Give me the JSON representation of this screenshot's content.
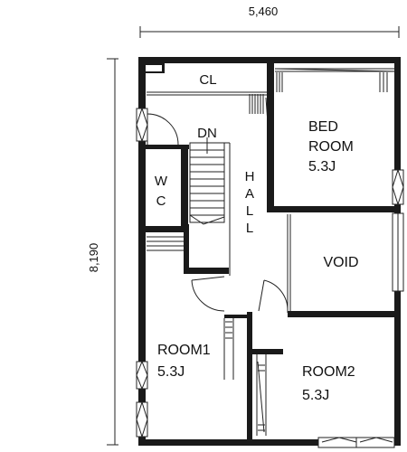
{
  "dimensions": {
    "width_label": "5,460",
    "height_label": "8,190"
  },
  "labels": {
    "cl": "CL",
    "dn": "DN",
    "wc_line1": "W",
    "wc_line2": "C",
    "hall": [
      "H",
      "A",
      "L",
      "L"
    ],
    "bedroom_line1": "BED",
    "bedroom_line2": "ROOM",
    "bedroom_size": "5.3J",
    "void": "VOID",
    "room1": "ROOM1",
    "room1_size": "5.3J",
    "room2": "ROOM2",
    "room2_size": "5.3J"
  },
  "colors": {
    "wall": "#1a1a1a",
    "line": "#222222",
    "background": "#ffffff"
  }
}
